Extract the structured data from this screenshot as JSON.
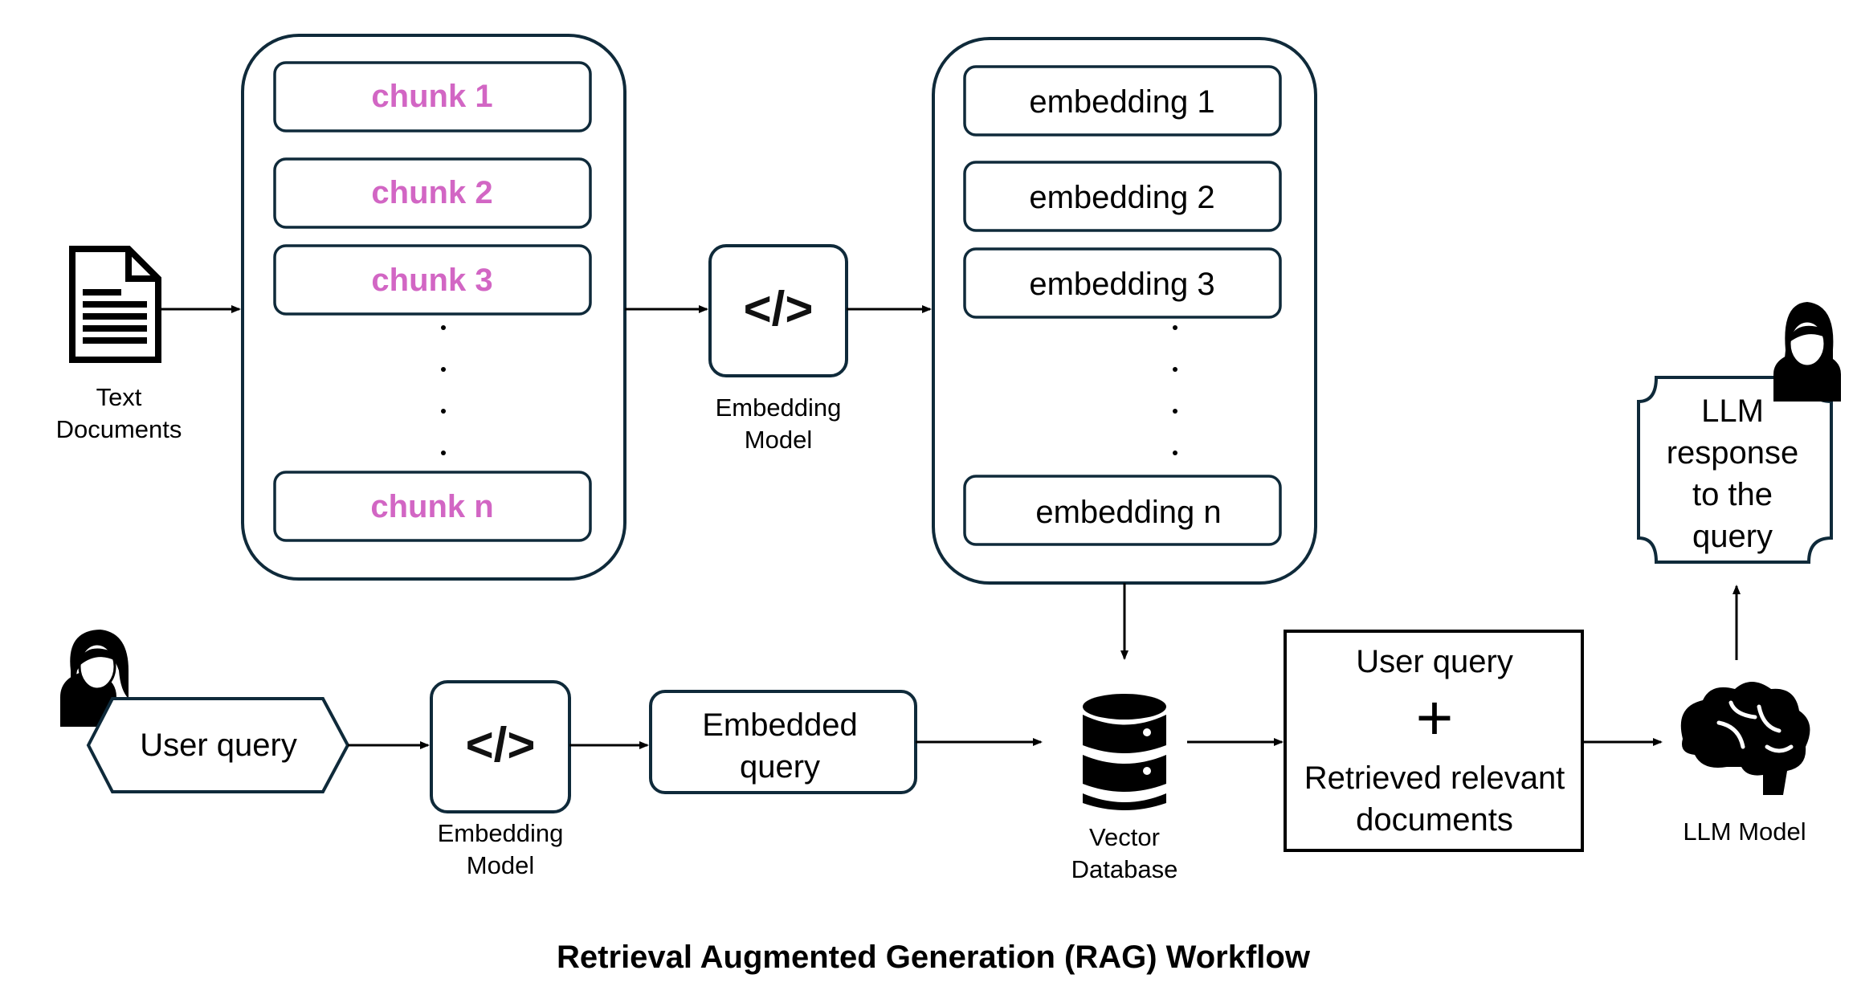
{
  "title": "Retrieval Augmented Generation (RAG) Workflow",
  "colors": {
    "stroke": "#0f2a3a",
    "chunk_text": "#d266c4",
    "text": "#000000"
  },
  "text_documents": {
    "icon": "document-icon",
    "line1": "Text",
    "line2": "Documents"
  },
  "chunks": {
    "items": [
      "chunk 1",
      "chunk 2",
      "chunk 3",
      "chunk n"
    ],
    "ellipsis": ".\n.\n.\n."
  },
  "embedding_model_top": {
    "icon_glyph": "</>",
    "line1": "Embedding",
    "line2": "Model"
  },
  "embeddings": {
    "items": [
      "embedding 1",
      "embedding 2",
      "embedding 3",
      "embedding n"
    ]
  },
  "user_icon": "person-icon",
  "user_query": {
    "label": "User query"
  },
  "embedding_model_bottom": {
    "icon_glyph": "</>",
    "line1": "Embedding",
    "line2": "Model"
  },
  "embedded_query": {
    "line1": "Embedded",
    "line2": "query"
  },
  "vector_db": {
    "icon": "database-icon",
    "line1": "Vector",
    "line2": "Database"
  },
  "combined": {
    "line1": "User query",
    "plus": "+",
    "line2": "Retrieved relevant",
    "line3": "documents"
  },
  "llm": {
    "icon": "brain-icon",
    "label": "LLM Model"
  },
  "response": {
    "line1": "LLM",
    "line2": "response",
    "line3": "to the",
    "line4": "query"
  }
}
